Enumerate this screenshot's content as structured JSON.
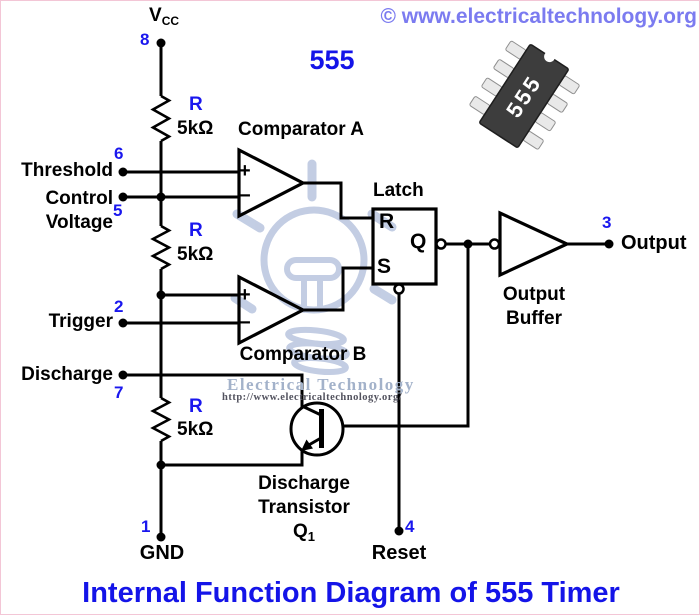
{
  "header": {
    "watermark": "© www.electricaltechnology.org",
    "chip_title": "555",
    "chip_body_label": "555"
  },
  "title": "Internal Function Diagram of 555 Timer",
  "watermark_center": {
    "line1": "Electrical Technology",
    "line2": "http://www.electricaltechnology.org/"
  },
  "pins": {
    "vcc": {
      "name": "V",
      "sub": "CC",
      "number": "8"
    },
    "threshold": {
      "name": "Threshold",
      "number": "6"
    },
    "control_voltage": {
      "line1": "Control",
      "line2": "Voltage",
      "number": "5"
    },
    "trigger": {
      "name": "Trigger",
      "number": "2"
    },
    "discharge": {
      "name": "Discharge",
      "number": "7"
    },
    "gnd": {
      "name": "GND",
      "number": "1"
    },
    "reset": {
      "name": "Reset",
      "number": "4"
    },
    "output": {
      "name": "Output",
      "number": "3"
    }
  },
  "resistors": [
    {
      "label": "R",
      "value": "5kΩ"
    },
    {
      "label": "R",
      "value": "5kΩ"
    },
    {
      "label": "R",
      "value": "5kΩ"
    }
  ],
  "comparators": {
    "a_label": "Comparator A",
    "b_label": "Comparator B",
    "plus": "+",
    "minus": "−"
  },
  "latch": {
    "label": "Latch",
    "r": "R",
    "q": "Q",
    "s": "S"
  },
  "output_buffer": {
    "line1": "Output",
    "line2": "Buffer"
  },
  "discharge_transistor": {
    "line1": "Discharge",
    "line2": "Transistor",
    "ref": "Q",
    "ref_sub": "1"
  },
  "colors": {
    "accent_blue": "#1414e8",
    "pin_number_blue": "#1a17ee",
    "watermark_purple": "#7b7bf0",
    "watermark_sketch_blue": "#b9c5df",
    "wire_black": "#000000",
    "chip_body_gray": "#3d3d3d"
  }
}
